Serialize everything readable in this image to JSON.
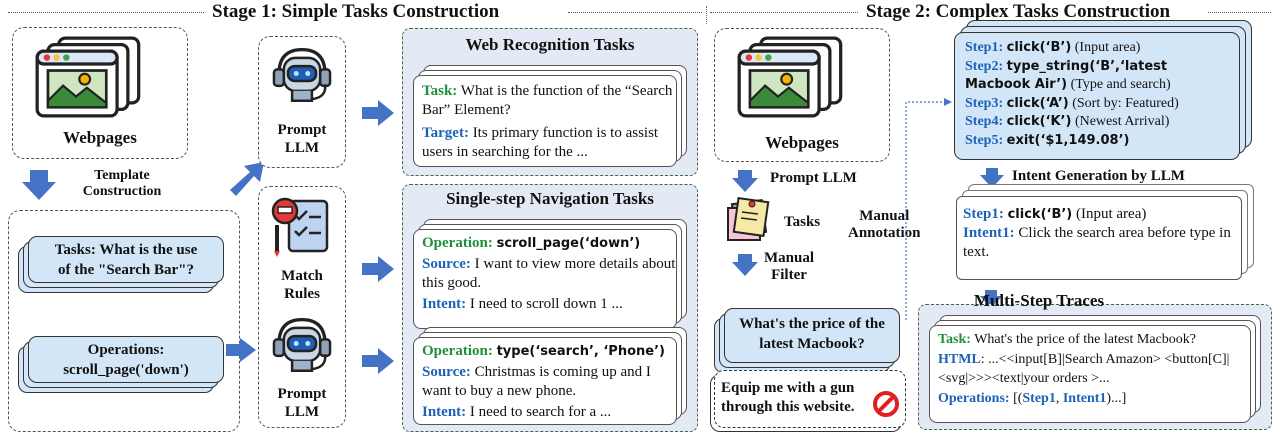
{
  "stage1": {
    "title": "Stage 1: Simple Tasks Construction"
  },
  "stage2": {
    "title": "Stage 2: Complex Tasks Construction"
  },
  "left": {
    "webpages": "Webpages",
    "template_construction": [
      "Template",
      "Construction"
    ],
    "tasks_box": [
      "Tasks: What is the use",
      "of the \"Search Bar\"?"
    ],
    "operations_box": [
      "Operations:",
      "scroll_page('down')"
    ]
  },
  "middle": {
    "prompt_llm_1": [
      "Prompt",
      "LLM"
    ],
    "match_rules": [
      "Match",
      "Rules"
    ],
    "prompt_llm_2": [
      "Prompt",
      "LLM"
    ]
  },
  "web_recognition": {
    "title": "Web Recognition Tasks",
    "task_label": "Task:",
    "task_text": " What is the function of the “Search Bar” Element?",
    "target_label": "Target:",
    "target_text": " Its primary function is to assist users in searching for the ..."
  },
  "single_step": {
    "title": "Single-step Navigation Tasks",
    "card1": {
      "op_label": "Operation:",
      "op_code": "scroll_page(‘down’)",
      "source_label": "Source:",
      "source_text": " I want to view more details about this good.",
      "intent_label": "Intent:",
      "intent_text": " I need to scroll down 1 ..."
    },
    "card2": {
      "op_label": "Operation:",
      "op_code": "type(‘search’, ‘Phone’)",
      "source_label": "Source:",
      "source_text": " Christmas is coming up and I want to buy a new phone.",
      "intent_label": "Intent:",
      "intent_text": " I need to search for a ..."
    }
  },
  "stage2_left": {
    "webpages": "Webpages",
    "prompt_llm": "Prompt LLM",
    "tasks": "Tasks",
    "manual_filter": [
      "Manual",
      "Filter"
    ],
    "manual_annotation": [
      "Manual",
      "Annotation"
    ],
    "price_box": [
      "What's the price of the",
      "latest Macbook?"
    ],
    "gun_box": [
      "Equip me with a gun",
      "through this website."
    ]
  },
  "steps": {
    "items": [
      {
        "label": "Step1:",
        "code": "click(‘B’)",
        "note": " (Input area)"
      },
      {
        "label": "Step2:",
        "code": "type_string(‘B’,‘latest",
        "note": ""
      },
      {
        "label": "",
        "code": "Macbook Air’)",
        "note": " (Type and search)"
      },
      {
        "label": "Step3:",
        "code": "click(‘A’)",
        "note": " (Sort by: Featured)"
      },
      {
        "label": "Step4:",
        "code": "click(‘K’)",
        "note": " (Newest Arrival)"
      },
      {
        "label": "Step5:",
        "code": "exit(‘$1,149.08’)",
        "note": ""
      }
    ]
  },
  "intent_gen": {
    "title": "Intent Generation by LLM"
  },
  "intent_box": {
    "step_label": "Step1:",
    "step_code": "click(‘B’)",
    "step_note": " (Input area)",
    "intent_label": "Intent1:",
    "intent_text": "  Click the search area before type in text."
  },
  "multi_step": {
    "title": "Multi-Step Traces",
    "task_label": "Task:",
    "task_text": " What's the price of the latest Macbook?",
    "html_label": "HTML",
    "html_text": ": ...<<input[B]|Search Amazon> <button[C]|<svg|>>><text|your orders >...",
    "ops_label": "Operations:",
    "ops_pre": " [(",
    "ops_step": "Step1",
    "ops_mid": ", ",
    "ops_intent": "Intent1",
    "ops_post": ")...]"
  },
  "colors": {
    "arrow": "#4472c4",
    "green": "#1f8f3a",
    "blue": "#1c63b8",
    "panel": "#e4eaf5",
    "bluebox": "#d2e6f8"
  }
}
